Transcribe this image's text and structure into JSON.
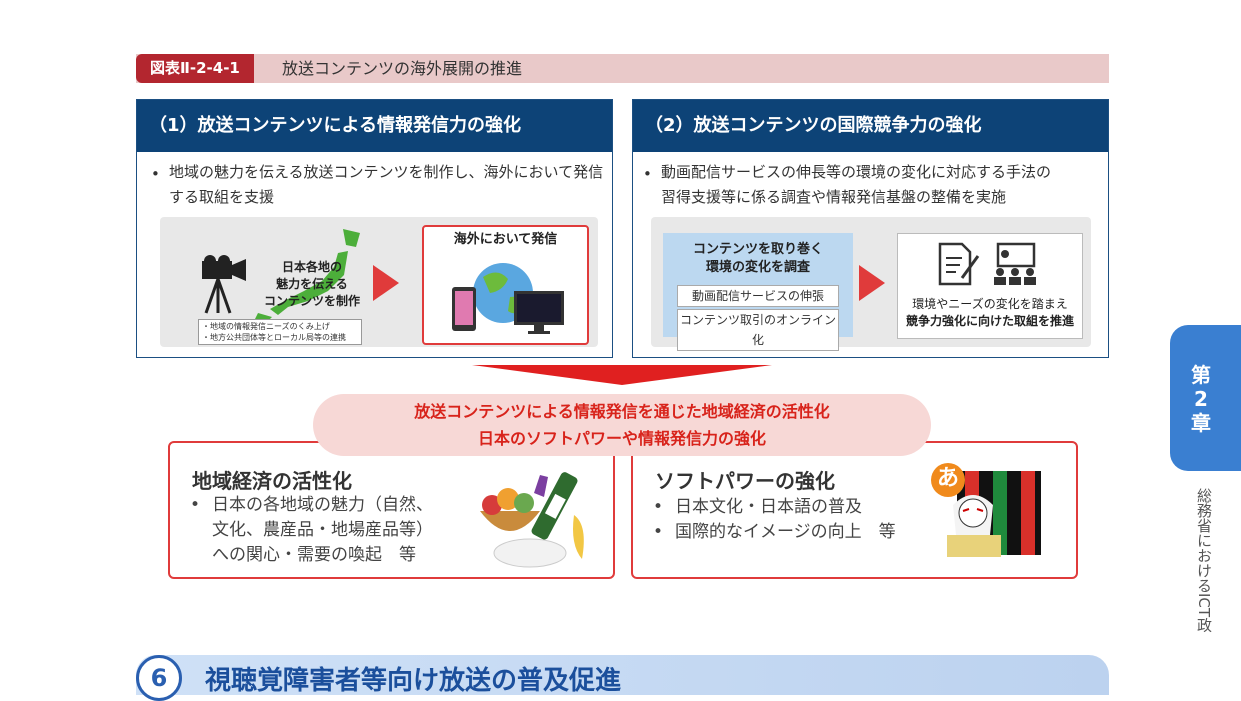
{
  "figure": {
    "label": "図表Ⅱ-2-4-1",
    "title": "放送コンテンツの海外展開の推進"
  },
  "left_panel": {
    "heading": "（1）放送コンテンツによる情報発信力の強化",
    "bullet": "地域の魅力を伝える放送コンテンツを制作し、海外において発信する取組を支援",
    "bullet_line1": "地域の魅力を伝える放送コンテンツを制作し、海外において発信",
    "bullet_line2": "する取組を支援",
    "map_text": [
      "日本各地の",
      "魅力を伝える",
      "コンテンツを制作"
    ],
    "notes": [
      "・地域の情報発信ニーズのくみ上げ",
      "・地方公共団体等とローカル局等の連携"
    ],
    "card_title": "海外において発信"
  },
  "right_panel": {
    "heading": "（2）放送コンテンツの国際競争力の強化",
    "bullet_line1": "動画配信サービスの伸長等の環境の変化に対応する手法の",
    "bullet_line2": "習得支援等に係る調査や情報発信基盤の整備を実施",
    "survey_title": [
      "コンテンツを取り巻く",
      "環境の変化を調査"
    ],
    "pills": [
      "動画配信サービスの伸張",
      "コンテンツ取引のオンライン化"
    ],
    "result_line1": "環境やニーズの変化を踏まえ",
    "result_line2": "競争力強化に向けた取組を推進"
  },
  "banner": {
    "line1": "放送コンテンツによる情報発信を通じた地域経済の活性化",
    "line2": "日本のソフトパワーや情報発信力の強化"
  },
  "outcomes": {
    "left": {
      "title": "地域経済の活性化",
      "lines": [
        "日本の各地域の魅力（自然、",
        "文化、農産品・地場産品等）",
        "への関心・需要の喚起　等"
      ]
    },
    "right": {
      "title": "ソフトパワーの強化",
      "items": [
        "日本文化・日本語の普及",
        "国際的なイメージの向上　等"
      ],
      "badge": "あ"
    }
  },
  "chapter_tab": {
    "lines": [
      "第",
      "2",
      "章"
    ]
  },
  "side_text": "総務省におけるICT政",
  "bottom_heading": {
    "number": "6",
    "title": "視聴覚障害者等向け放送の普及促進"
  },
  "colors": {
    "navy": "#0d4377",
    "red": "#e03b3b",
    "banner_bg": "#f7d8d6",
    "tab_blue": "#3a7fd1"
  }
}
